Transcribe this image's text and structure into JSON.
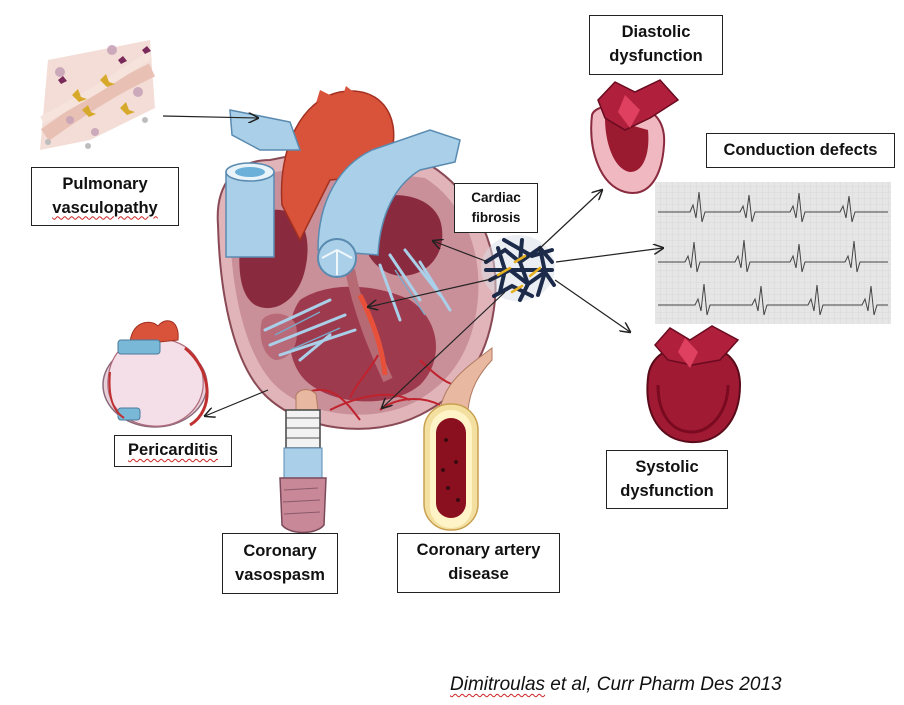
{
  "labels": {
    "pulmonary": [
      "Pulmonary",
      "vasculopathy"
    ],
    "diastolic": [
      "Diastolic",
      "dysfunction"
    ],
    "conduction": "Conduction defects",
    "fibrosis": [
      "Cardiac",
      "fibrosis"
    ],
    "pericarditis": "Pericarditis",
    "systolic": [
      "Systolic",
      "dysfunction"
    ],
    "vasospasm": [
      "Coronary",
      "vasospasm"
    ],
    "cad": [
      "Coronary artery",
      "disease"
    ]
  },
  "citation": {
    "author": "Dimitroulas",
    "rest": " et al, Curr Pharm Des 2013"
  },
  "colors": {
    "myocardium": "#c9909a",
    "chamber": "#8a2a3e",
    "aorta": "#d9523a",
    "vessel_blue": "#a9d0e8",
    "fibrosis": "#1d2b4a",
    "ecg_bg": "#e6e6e6"
  }
}
